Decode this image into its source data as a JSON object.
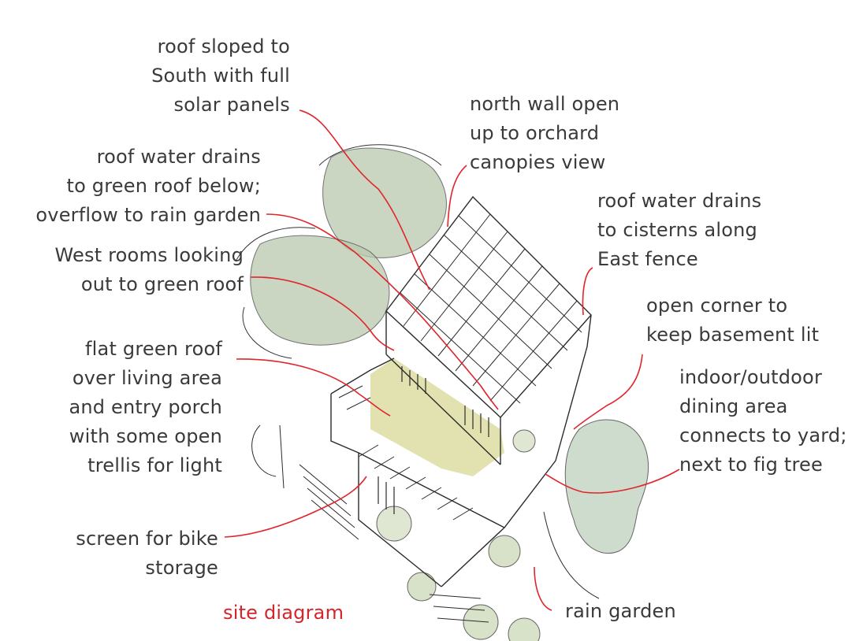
{
  "colors": {
    "annotation_line": "#e0252b",
    "caption": "#d4252b",
    "label_text": "#3a3a3a",
    "tree_green": "#b9c9ad",
    "green_roof_yellow": "#e2e2b0",
    "fig_tree": "#c9d9c9",
    "sketch_ink": "#2b2b2b"
  },
  "labels": {
    "roof_solar": [
      "roof sloped to",
      "South with full",
      "solar panels"
    ],
    "north_wall": [
      "north wall open",
      "up to orchard",
      "canopies view"
    ],
    "roof_water_green": [
      "roof water drains",
      "to green roof below;",
      "overflow to rain garden"
    ],
    "roof_water_cistern": [
      "roof water drains",
      "to cisterns along",
      "East fence"
    ],
    "west_rooms": [
      "West rooms looking",
      "out to green roof"
    ],
    "open_corner": [
      "open corner to",
      "keep basement lit"
    ],
    "flat_green_roof": [
      "flat green roof",
      "over living area",
      "and entry porch",
      "with some open",
      "trellis for light"
    ],
    "dining": [
      "indoor/outdoor",
      "dining area",
      "connects to yard;",
      "next to fig tree"
    ],
    "bike_screen": [
      "screen for bike",
      "storage"
    ],
    "rain_garden": [
      "rain garden"
    ],
    "caption": "site diagram"
  }
}
